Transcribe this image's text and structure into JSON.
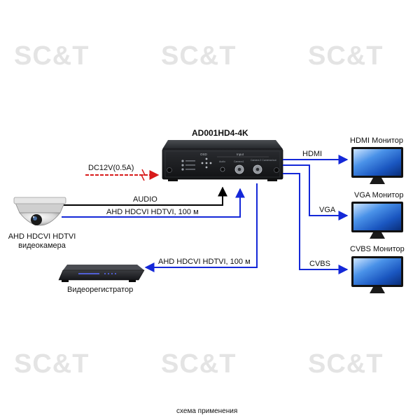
{
  "watermark": "SC&T",
  "device": {
    "title": "AD001HD4-4K",
    "panel_osd": "OSD",
    "panel_input": "Input",
    "panel_audio": "Audio",
    "panel_camera1": "Camera1",
    "panel_camera2": "Camera 2\nCameran/out"
  },
  "power": {
    "label": "DC12V(0.5A)"
  },
  "camera": {
    "label": "AHD HDCVI HDTVI\nвидеокамера"
  },
  "dvr": {
    "label": "Видеорегистратор"
  },
  "links": {
    "audio": "AUDIO",
    "cam_in": "AHD HDCVI HDTVI, 100 м",
    "dvr_out": "AHD HDCVI HDTVI, 100 м",
    "hdmi": "HDMI",
    "vga": "VGA",
    "cvbs": "CVBS"
  },
  "monitors": [
    {
      "label": "HDMI Монитор"
    },
    {
      "label": "VGA Монитор"
    },
    {
      "label": "CVBS Монитор"
    }
  ],
  "caption": "схема применения",
  "colors": {
    "arrow_blue": "#1428d8",
    "arrow_red": "#d81a1a",
    "arrow_black": "#000000",
    "watermark": "#e4e4e4"
  }
}
